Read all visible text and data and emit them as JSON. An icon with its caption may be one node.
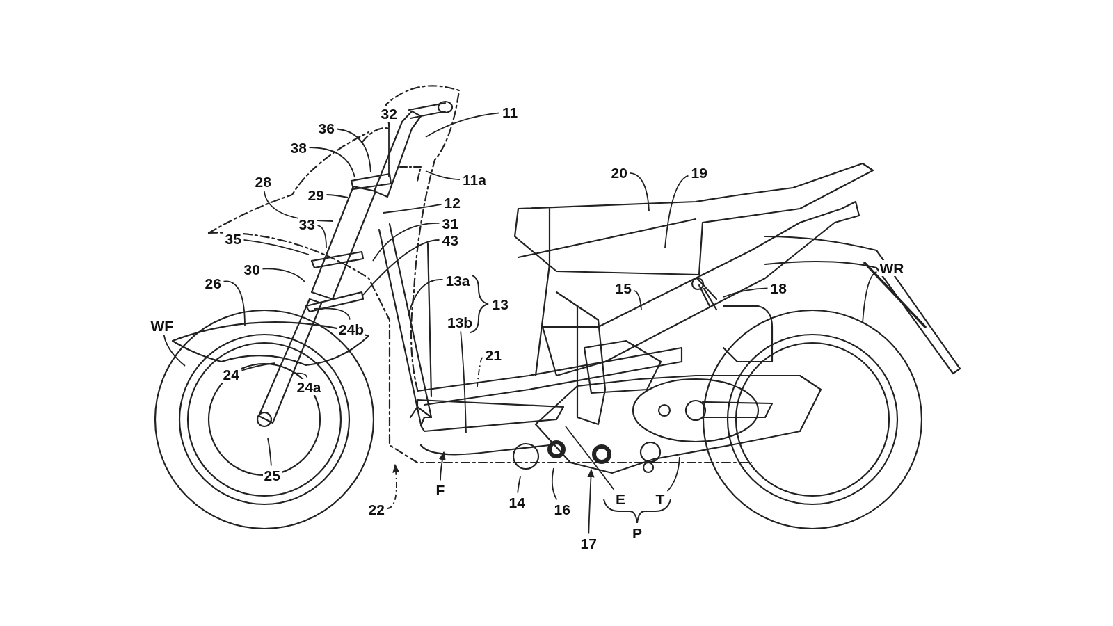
{
  "diagram": {
    "nodes": [
      {
        "text": [
          "11"
        ]
      },
      {
        "text": [
          "11a"
        ]
      },
      {
        "text": [
          "32"
        ]
      },
      {
        "text": [
          "36"
        ]
      },
      {
        "text": [
          "38"
        ]
      },
      {
        "text": [
          "28"
        ]
      },
      {
        "text": [
          "29"
        ]
      },
      {
        "text": [
          "12"
        ]
      },
      {
        "text": [
          "31"
        ]
      },
      {
        "text": [
          "43"
        ]
      },
      {
        "text": [
          "35"
        ]
      },
      {
        "text": [
          "33"
        ]
      },
      {
        "text": [
          "30"
        ]
      },
      {
        "text": [
          "26"
        ]
      },
      {
        "text": [
          "WF"
        ]
      },
      {
        "text": [
          "24b"
        ]
      },
      {
        "text": [
          "13a"
        ]
      },
      {
        "text": [
          "13b"
        ]
      },
      {
        "text": [
          "21"
        ]
      },
      {
        "text": [
          "24"
        ]
      },
      {
        "text": [
          "24a"
        ]
      },
      {
        "text": [
          "25"
        ]
      },
      {
        "text": [
          "22"
        ]
      },
      {
        "text": [
          "F"
        ]
      },
      {
        "text": [
          "14"
        ]
      },
      {
        "text": [
          "16"
        ]
      },
      {
        "text": [
          "17"
        ]
      },
      {
        "text": [
          "E"
        ]
      },
      {
        "text": [
          "T"
        ]
      },
      {
        "text": [
          "20"
        ]
      },
      {
        "text": [
          "19"
        ]
      },
      {
        "text": [
          "15"
        ]
      },
      {
        "text": [
          "18"
        ]
      },
      {
        "text": [
          "WR"
        ]
      }
    ],
    "edges": [
      {
        "from": 0,
        "to": null,
        "arrow": "none"
      },
      {
        "from": 1,
        "to": null,
        "arrow": "none"
      },
      {
        "from": 2,
        "to": null,
        "arrow": "none"
      },
      {
        "from": 3,
        "to": null,
        "arrow": "none"
      },
      {
        "from": 4,
        "to": null,
        "arrow": "none"
      },
      {
        "from": 5,
        "to": null,
        "arrow": "none"
      },
      {
        "from": 6,
        "to": null,
        "arrow": "none"
      },
      {
        "from": 7,
        "to": null,
        "arrow": "none"
      },
      {
        "from": 8,
        "to": null,
        "arrow": "none"
      },
      {
        "from": 9,
        "to": null,
        "arrow": "none"
      },
      {
        "from": 10,
        "to": null,
        "arrow": "none"
      },
      {
        "from": 11,
        "to": null,
        "arrow": "none"
      },
      {
        "from": 12,
        "to": null,
        "arrow": "none"
      },
      {
        "from": 13,
        "to": null,
        "arrow": "none"
      },
      {
        "from": 14,
        "to": null,
        "arrow": "none"
      },
      {
        "from": 15,
        "to": null,
        "arrow": "none"
      },
      {
        "from": 16,
        "to": null,
        "arrow": "none"
      },
      {
        "from": 17,
        "to": null,
        "arrow": "none"
      },
      {
        "from": 18,
        "to": null,
        "arrow": "none",
        "style": "dashed"
      },
      {
        "from": 19,
        "to": null,
        "arrow": "none"
      },
      {
        "from": 20,
        "to": null,
        "arrow": "none"
      },
      {
        "from": 21,
        "to": null,
        "arrow": "none"
      },
      {
        "from": 22,
        "to": null,
        "arrow": "to",
        "style": "dashed"
      },
      {
        "from": 23,
        "to": null,
        "arrow": "to"
      },
      {
        "from": 24,
        "to": null,
        "arrow": "none"
      },
      {
        "from": 25,
        "to": null,
        "arrow": "none"
      },
      {
        "from": 26,
        "to": null,
        "arrow": "to"
      },
      {
        "from": 27,
        "to": null,
        "arrow": "none"
      },
      {
        "from": 28,
        "to": null,
        "arrow": "none"
      },
      {
        "from": 29,
        "to": null,
        "arrow": "none"
      },
      {
        "from": 30,
        "to": null,
        "arrow": "none"
      },
      {
        "from": 31,
        "to": null,
        "arrow": "none"
      },
      {
        "from": 32,
        "to": null,
        "arrow": "none"
      },
      {
        "from": 33,
        "to": null,
        "arrow": "none"
      }
    ],
    "labels": [
      "13",
      "P"
    ]
  }
}
